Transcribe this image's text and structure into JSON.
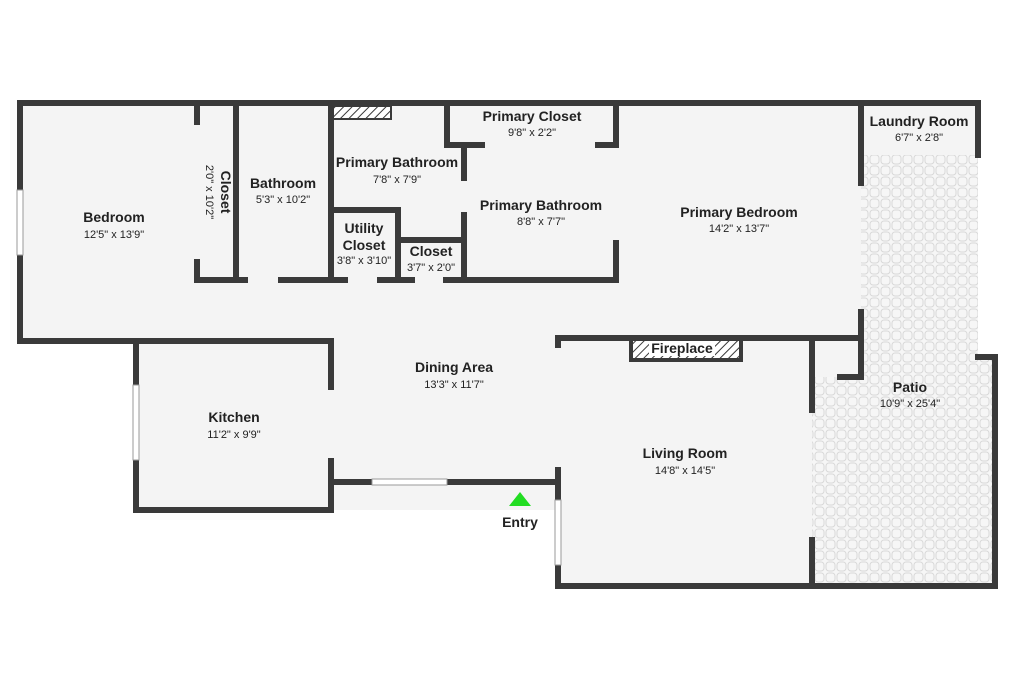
{
  "colors": {
    "wall": "#3a3a3a",
    "floor": "#f4f4f4",
    "patio": "#ececec",
    "entry_marker": "#22dd22",
    "text": "#222222"
  },
  "rooms": {
    "bedroom": {
      "name": "Bedroom",
      "dim": "12'5\" x 13'9\""
    },
    "closet_small": {
      "name": "Closet",
      "dim": "2'0\" x 10'2\""
    },
    "bathroom": {
      "name": "Bathroom",
      "dim": "5'3\" x 10'2\""
    },
    "primary_bathroom_a": {
      "name": "Primary Bathroom",
      "dim": "7'8\" x 7'9\""
    },
    "primary_closet": {
      "name": "Primary Closet",
      "dim": "9'8\" x 2'2\""
    },
    "primary_bathroom_b": {
      "name": "Primary Bathroom",
      "dim": "8'8\" x 7'7\""
    },
    "utility_closet": {
      "name_line1": "Utility",
      "name_line2": "Closet",
      "dim": "3'8\" x 3'10\""
    },
    "closet_mid": {
      "name": "Closet",
      "dim": "3'7\" x 2'0\""
    },
    "primary_bedroom": {
      "name": "Primary Bedroom",
      "dim": "14'2\" x 13'7\""
    },
    "laundry_room": {
      "name": "Laundry Room",
      "dim": "6'7\" x 2'8\""
    },
    "dining_area": {
      "name": "Dining Area",
      "dim": "13'3\" x 11'7\""
    },
    "kitchen": {
      "name": "Kitchen",
      "dim": "11'2\" x 9'9\""
    },
    "living_room": {
      "name": "Living Room",
      "dim": "14'8\" x 14'5\""
    },
    "patio": {
      "name": "Patio",
      "dim": "10'9\" x 25'4\""
    }
  },
  "fireplace": {
    "label": "Fireplace"
  },
  "entry": {
    "label": "Entry"
  }
}
